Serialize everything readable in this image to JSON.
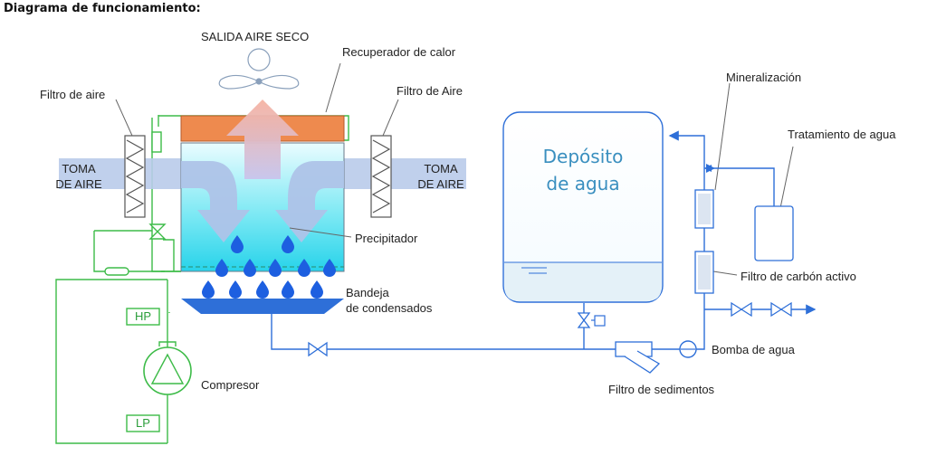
{
  "title": "Diagrama de funcionamiento:",
  "labels": {
    "salida_aire_seco": "SALIDA AIRE SECO",
    "recuperador": "Recuperador de calor",
    "filtro_aire_left": "Filtro de aire",
    "filtro_aire_right": "Filtro de Aire",
    "toma_aire_left_1": "TOMA",
    "toma_aire_left_2": "DE AIRE",
    "toma_aire_right_1": "TOMA",
    "toma_aire_right_2": "DE AIRE",
    "precipitador": "Precipitador",
    "bandeja_1": "Bandeja",
    "bandeja_2": "de condensados",
    "hp": "HP",
    "lp": "LP",
    "compresor": "Compresor",
    "deposito_1": "Depósito",
    "deposito_2": "de agua",
    "mineralizacion": "Mineralización",
    "tratamiento": "Tratamiento de agua",
    "filtro_carbon": "Filtro de carbón activo",
    "bomba": "Bomba de agua",
    "filtro_sedimentos": "Filtro de sedimentos"
  },
  "colors": {
    "refrigerant": "#3dbb48",
    "water": "#2e6fd8",
    "air": "#b7c9ea",
    "dry_air": "#f2b7a8",
    "recuperator": "#ee8a4e",
    "drop": "#1d5fe0",
    "tank_text": "#3a8fbf"
  }
}
